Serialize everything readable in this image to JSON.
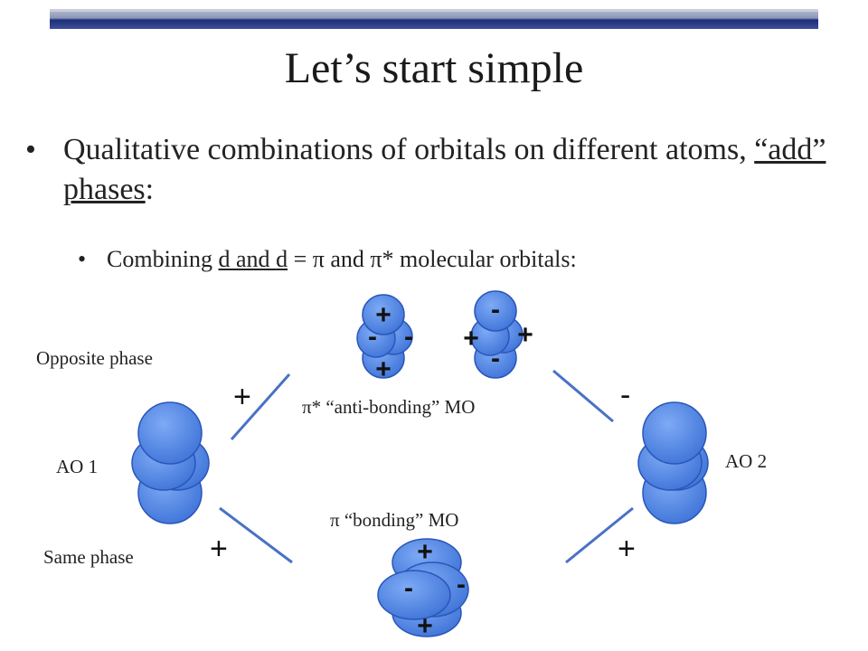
{
  "slide": {
    "title": "Let’s start simple",
    "bullet1": {
      "prefix": "Qualitative combinations of orbitals on different atoms, ",
      "underlined": "“add” phases",
      "suffix": ":"
    },
    "bullet2": {
      "p1": "Combining ",
      "d1": "d",
      "mid": " and ",
      "d2": "d",
      "rest": " = π and π* molecular orbitals:"
    }
  },
  "diagram": {
    "labels": {
      "opposite_phase": "Opposite phase",
      "same_phase": "Same phase",
      "ao1": "AO 1",
      "ao2": "AO 2",
      "antibonding": "π* “anti-bonding” MO",
      "bonding": "π “bonding” MO"
    },
    "combination_signs": {
      "ao1_to_antibonding": "+",
      "ao2_to_antibonding": "-",
      "ao1_to_bonding": "+",
      "ao2_to_bonding": "+"
    },
    "antibonding_left_lobes": {
      "top": "+",
      "left": "-",
      "right": "-",
      "bottom": "+"
    },
    "antibonding_right_lobes": {
      "top": "-",
      "left": "+",
      "right": "+",
      "bottom": "-"
    },
    "bonding_lobes": {
      "top": "+",
      "left": "-",
      "right": "-",
      "bottom": "+"
    }
  },
  "colors": {
    "lobe_fill": "#4f86e8",
    "lobe_stroke": "#2a56b8",
    "line_color": "#4a72c4",
    "bar_dark": "#243c8c",
    "bar_light": "#9aa6c6"
  }
}
